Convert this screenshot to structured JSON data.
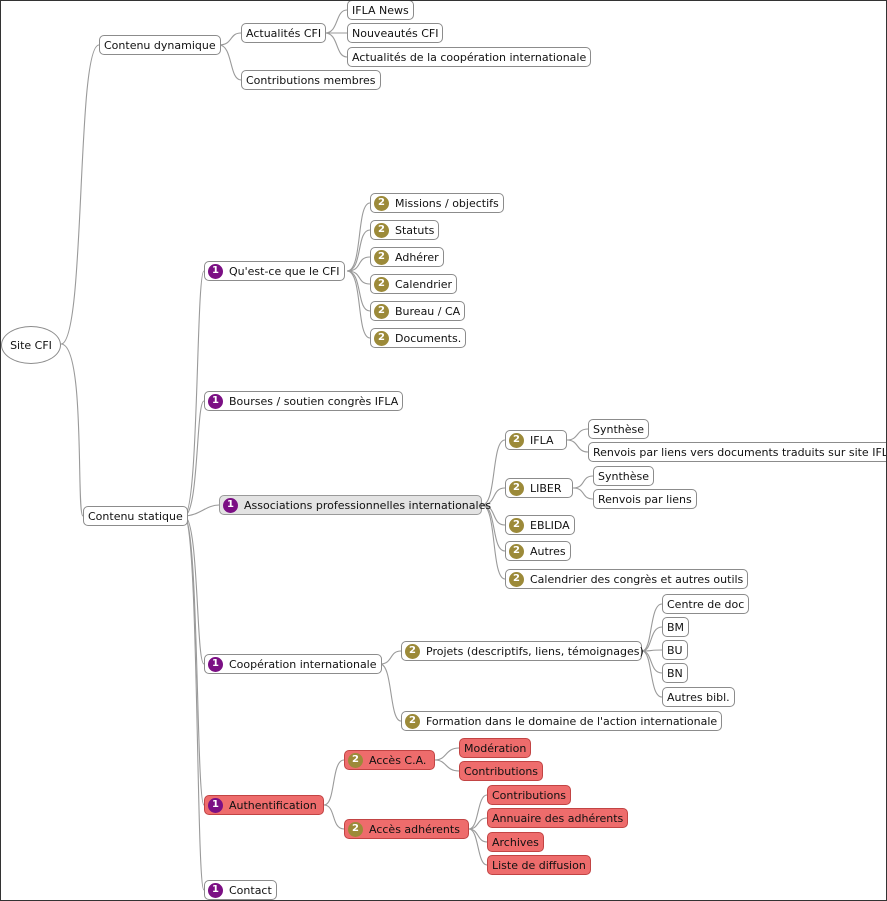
{
  "colors": {
    "priority1": "#7b0f84",
    "priority2": "#9c8a39",
    "restricted": "#ee6c6c",
    "highlight": "#e3e3e3",
    "connector": "#9a9a9a"
  },
  "nodes": {
    "root": "Site CFI",
    "dynamic": "Contenu dynamique",
    "actus": "Actualités CFI",
    "ifla_news": "IFLA News",
    "nouveautes": "Nouveautés CFI",
    "actus_coop": "Actualités de la coopération internationale",
    "contributions_membres": "Contributions membres",
    "static": "Contenu statique",
    "questce": "Qu'est-ce que le CFI",
    "missions": "Missions / objectifs",
    "statuts": "Statuts",
    "adherer": "Adhérer",
    "calendrier": "Calendrier",
    "bureau": "Bureau / CA",
    "documents": "Documents.",
    "bourses": "Bourses / soutien congrès IFLA",
    "associations": "Associations professionnelles internationales",
    "ifla": "IFLA",
    "ifla_synthese": "Synthèse",
    "ifla_renvois": "Renvois par liens vers documents traduits sur site IFLA",
    "liber": "LIBER",
    "liber_synthese": "Synthèse",
    "liber_renvois": "Renvois par liens",
    "eblida": "EBLIDA",
    "autres": "Autres",
    "calendrier_congres": "Calendrier des congrès et autres outils",
    "coop": "Coopération internationale",
    "projets": "Projets (descriptifs, liens, témoignages)",
    "centre_doc": "Centre de doc",
    "bm": "BM",
    "bu": "BU",
    "bn": "BN",
    "autres_bibl": "Autres bibl.",
    "formation": "Formation dans le domaine de l'action internationale",
    "auth": "Authentification",
    "acces_ca": "Accès C.A.",
    "moderation": "Modération",
    "ca_contributions": "Contributions",
    "acces_adherents": "Accès adhérents",
    "adh_contributions": "Contributions",
    "annuaire": "Annuaire des adhérents",
    "archives": "Archives",
    "liste": "Liste de diffusion",
    "contact": "Contact"
  },
  "badges": {
    "one": "1",
    "two": "2"
  }
}
